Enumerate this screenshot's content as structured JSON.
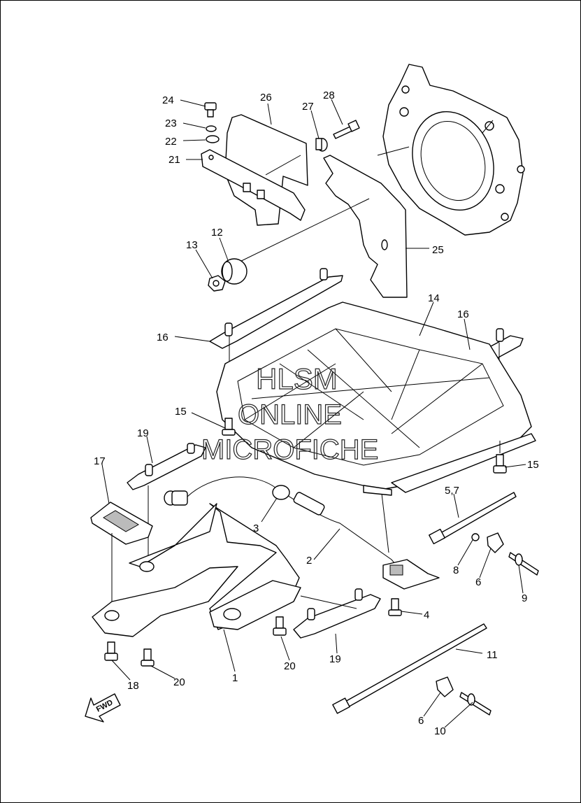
{
  "watermark": {
    "line1": "HLSM",
    "line2": "ONLINE",
    "line3": "MICROFICHE"
  },
  "direction_tag": "FWD",
  "callouts": {
    "c1": "1",
    "c2": "2",
    "c3": "3",
    "c4": "4",
    "c57": "5,7",
    "c6a": "6",
    "c6b": "6",
    "c8": "8",
    "c9": "9",
    "c10": "10",
    "c11": "11",
    "c12": "12",
    "c13": "13",
    "c14": "14",
    "c15a": "15",
    "c15b": "15",
    "c16a": "16",
    "c16b": "16",
    "c17": "17",
    "c18": "18",
    "c19a": "19",
    "c19b": "19",
    "c20a": "20",
    "c20b": "20",
    "c21": "21",
    "c22": "22",
    "c23": "23",
    "c24": "24",
    "c25": "25",
    "c26": "26",
    "c27": "27",
    "c28": "28"
  }
}
